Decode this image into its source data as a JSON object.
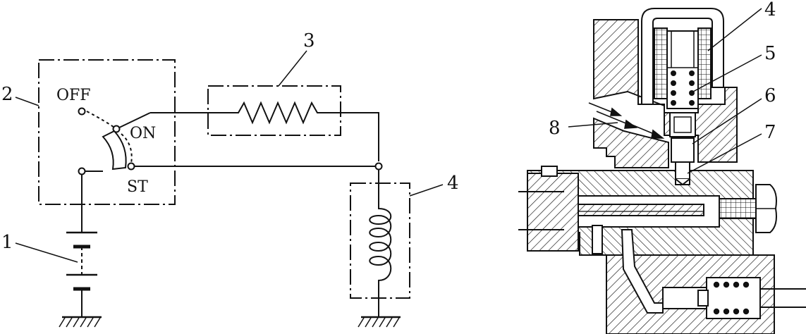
{
  "circuit": {
    "callouts": {
      "battery": "1",
      "ignition_switch": "2",
      "resistor": "3",
      "coil": "4"
    },
    "switch_positions": {
      "off": "OFF",
      "on": "ON",
      "start": "ST"
    }
  },
  "valve_section": {
    "callouts": {
      "solenoid_coil": "4",
      "return_spring": "5",
      "plunger": "6",
      "valve_needle": "7",
      "fuel_inlet": "8"
    }
  }
}
